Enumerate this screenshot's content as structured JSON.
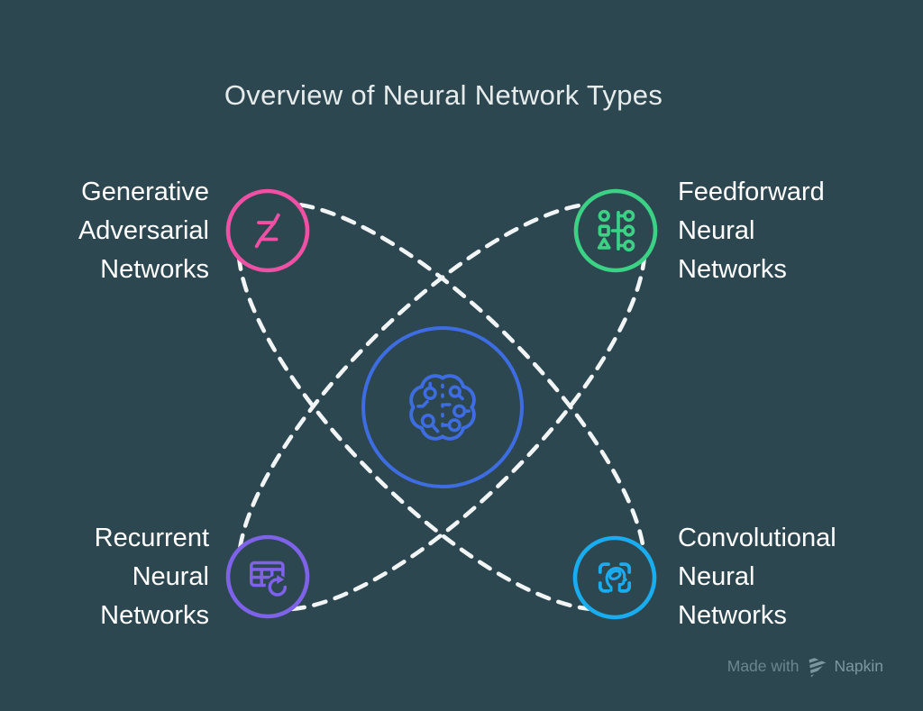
{
  "title": "Overview of Neural Network Types",
  "center": {
    "icon": "brain-circuit-icon",
    "color": "#3e6de2"
  },
  "nodes": {
    "gan": {
      "lines": [
        "Generative",
        "Adversarial",
        "Networks"
      ],
      "color": "#ee50a3",
      "icon": "gan-lightning-z-icon",
      "position": "top-left"
    },
    "ffn": {
      "lines": [
        "Feedforward",
        "Neural",
        "Networks"
      ],
      "color": "#3bd286",
      "icon": "feedforward-layers-icon",
      "position": "top-right"
    },
    "rnn": {
      "lines": [
        "Recurrent",
        "Neural",
        "Networks"
      ],
      "color": "#7e62e8",
      "icon": "table-refresh-icon",
      "position": "bottom-left"
    },
    "cnn": {
      "lines": [
        "Convolutional",
        "Neural",
        "Networks"
      ],
      "color": "#19adf0",
      "icon": "face-scan-icon",
      "position": "bottom-right"
    }
  },
  "watermark": {
    "prefix": "Made with",
    "brand": "Napkin",
    "logo": "napkin-stripes-icon"
  },
  "colors": {
    "background": "#2d4751",
    "connector_dashes": "#f2f5f5",
    "title_text": "#e6ebec",
    "label_text": "#ffffff",
    "watermark_text": "#6b8690"
  }
}
